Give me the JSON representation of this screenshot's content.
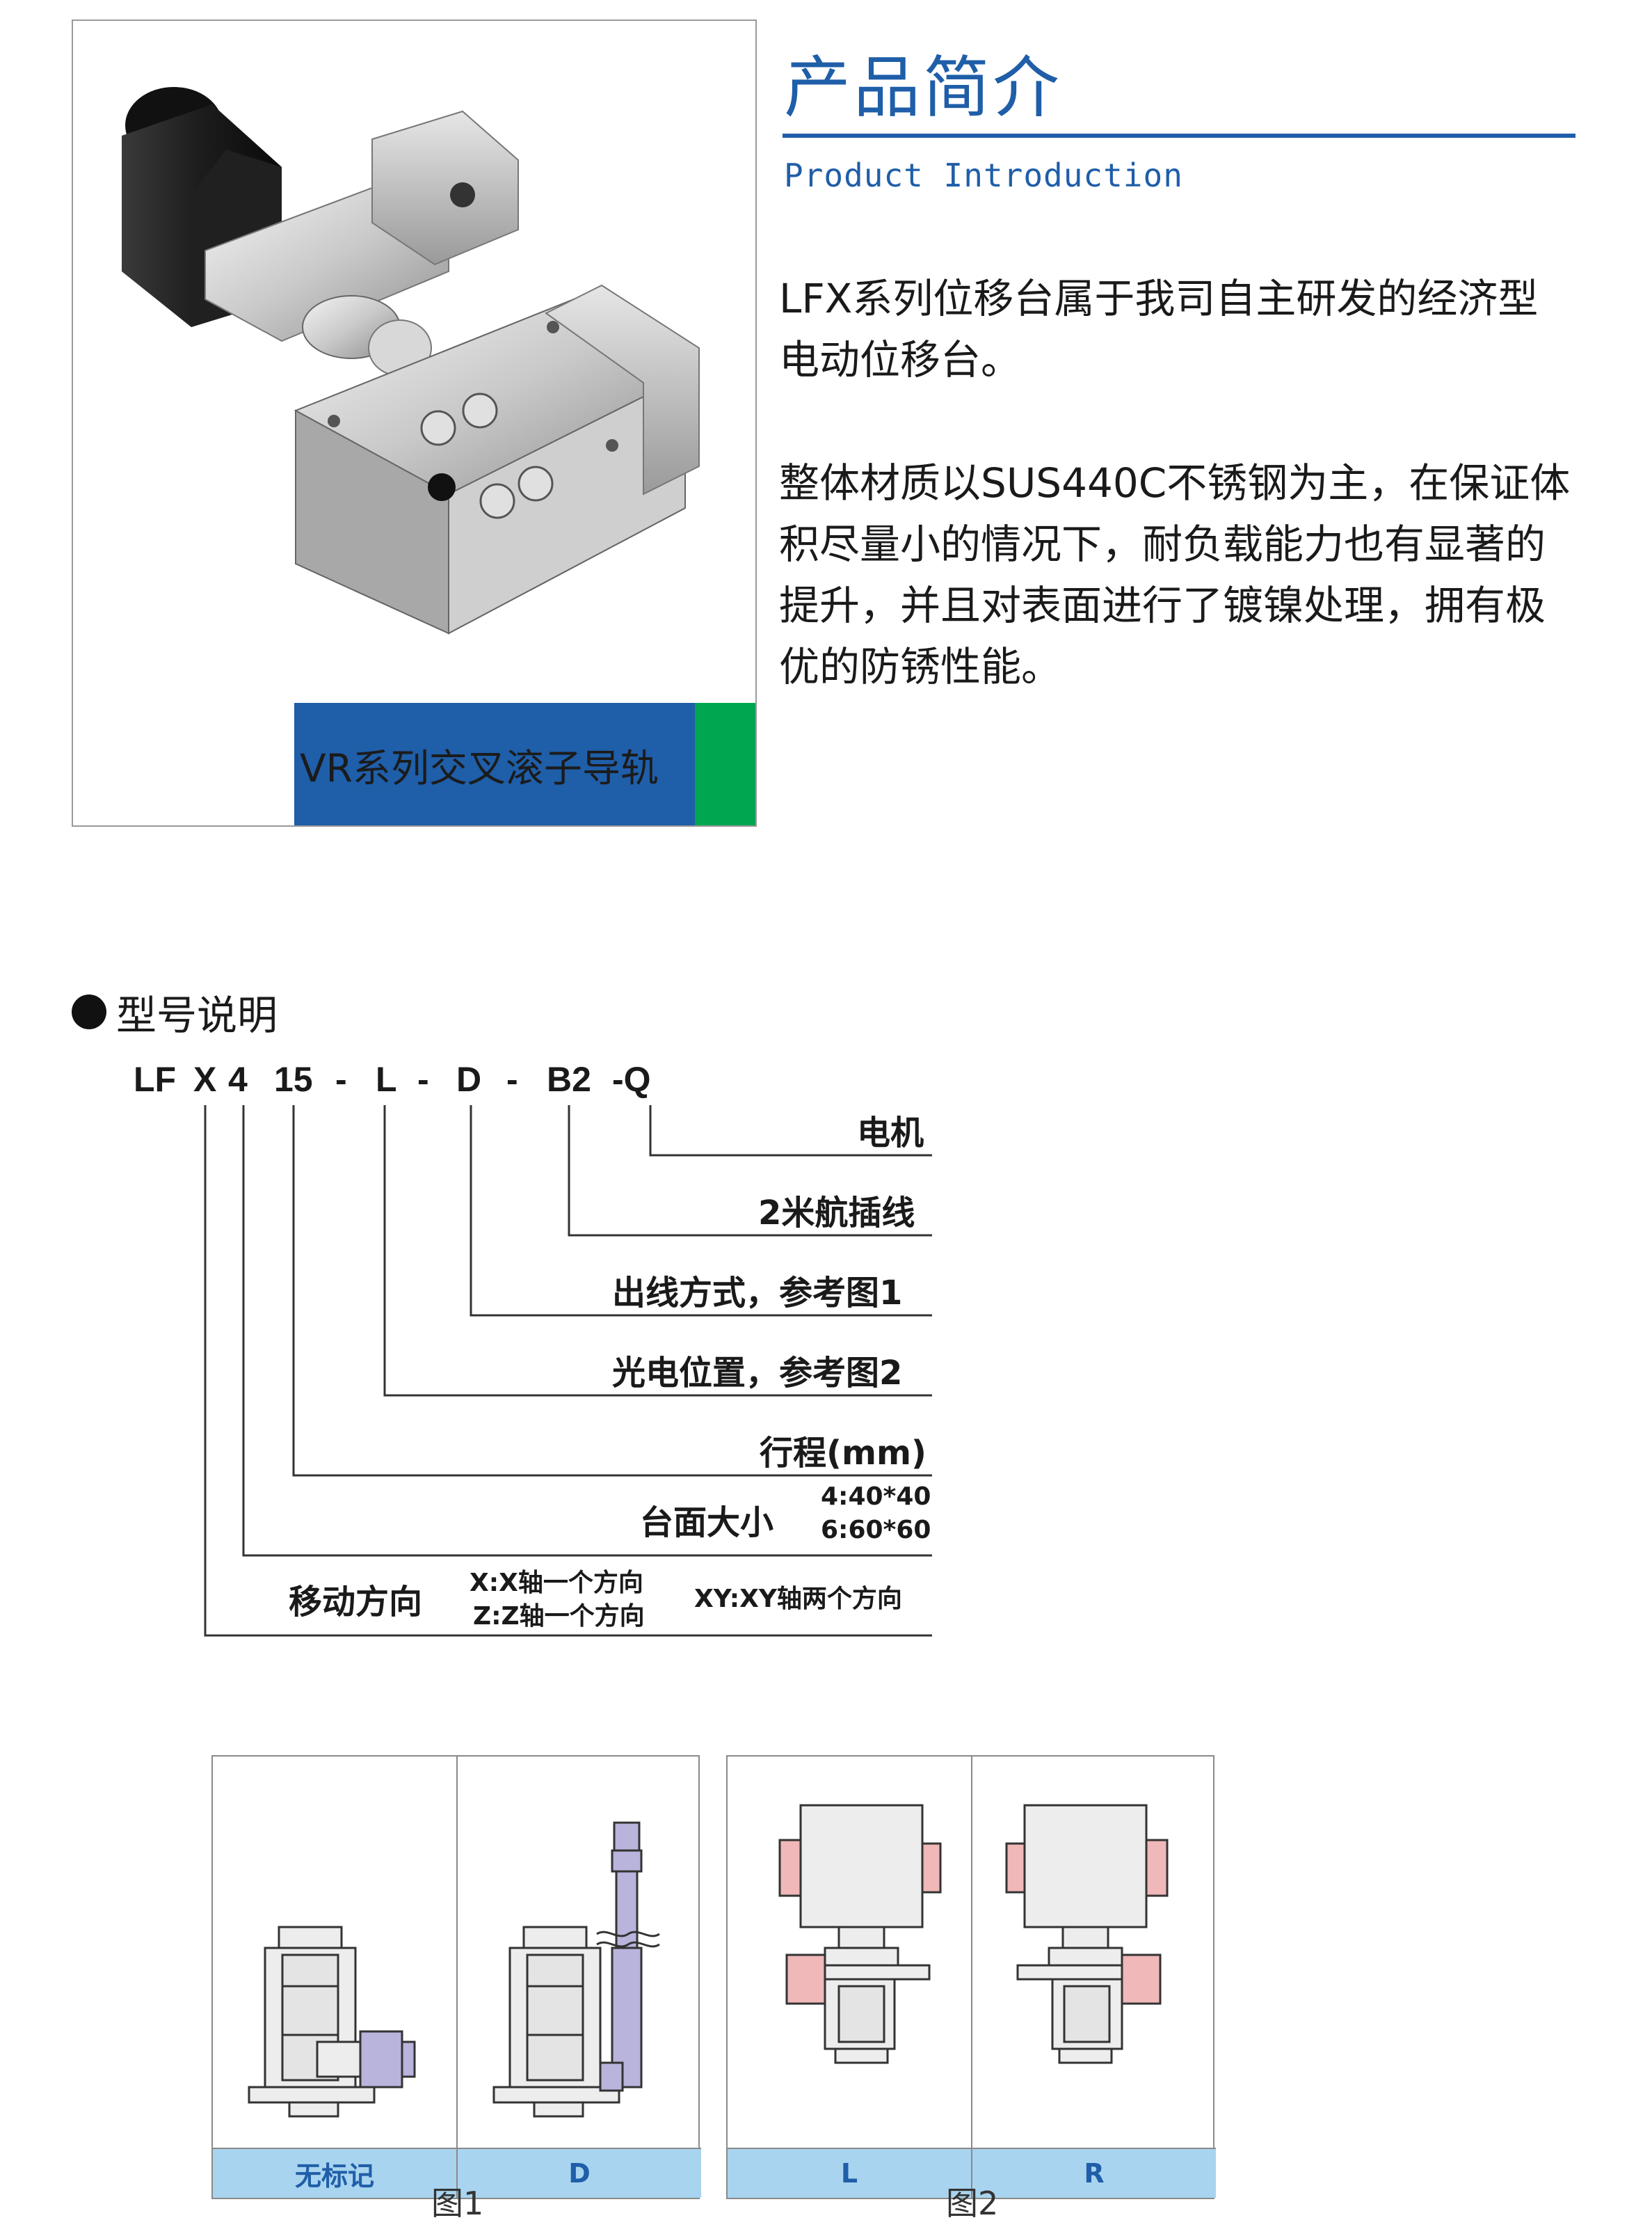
{
  "photo": {
    "caption": "VR系列交叉滚子导轨",
    "colors": {
      "caption_blue": "#1f5ea8",
      "caption_green": "#00a650"
    }
  },
  "intro": {
    "title": "产品简介",
    "subtitle": "Product Introduction",
    "para1_line1": "LFX系列位移台属于我司自主研发的经济型",
    "para1_line2": "电动位移台。",
    "para2_line1": "整体材质以SUS440C不锈钢为主，在保证体",
    "para2_line2": "积尽量小的情况下，耐负载能力也有显著的",
    "para2_line3": "提升，并且对表面进行了镀镍处理，拥有极",
    "para2_line4": "优的防锈性能。",
    "accent": "#1f5ea8"
  },
  "model": {
    "section_title": "型号说明",
    "code": {
      "lf": "LF",
      "x": "X",
      "n4": "4",
      "n15": "15",
      "d1": "-",
      "l": "L",
      "d2": "-",
      "d": "D",
      "d3": "-",
      "b2": "B2",
      "q": "-Q"
    },
    "labels": {
      "motor": "电机",
      "cable": "2米航插线",
      "outlet": "出线方式，参考图1",
      "sensor": "光电位置，参考图2",
      "stroke": "行程(mm)",
      "table_size": "台面大小",
      "size_opt1": "4:40*40",
      "size_opt2": "6:60*60",
      "direction": "移动方向",
      "dir_opt1": "X:X轴一个方向",
      "dir_opt2": "Z:Z轴一个方向",
      "dir_opt3": "XY:XY轴两个方向"
    }
  },
  "figures": {
    "fig1": {
      "caption": "图1",
      "cells": [
        "无标记",
        "D"
      ]
    },
    "fig2": {
      "caption": "图2",
      "cells": [
        "L",
        "R"
      ]
    },
    "colors": {
      "label_bg": "#a8d4ef",
      "label_text": "#1f5ea8",
      "motor_purple": "#b8b4dc",
      "sensor_pink": "#f0b8b8"
    }
  }
}
